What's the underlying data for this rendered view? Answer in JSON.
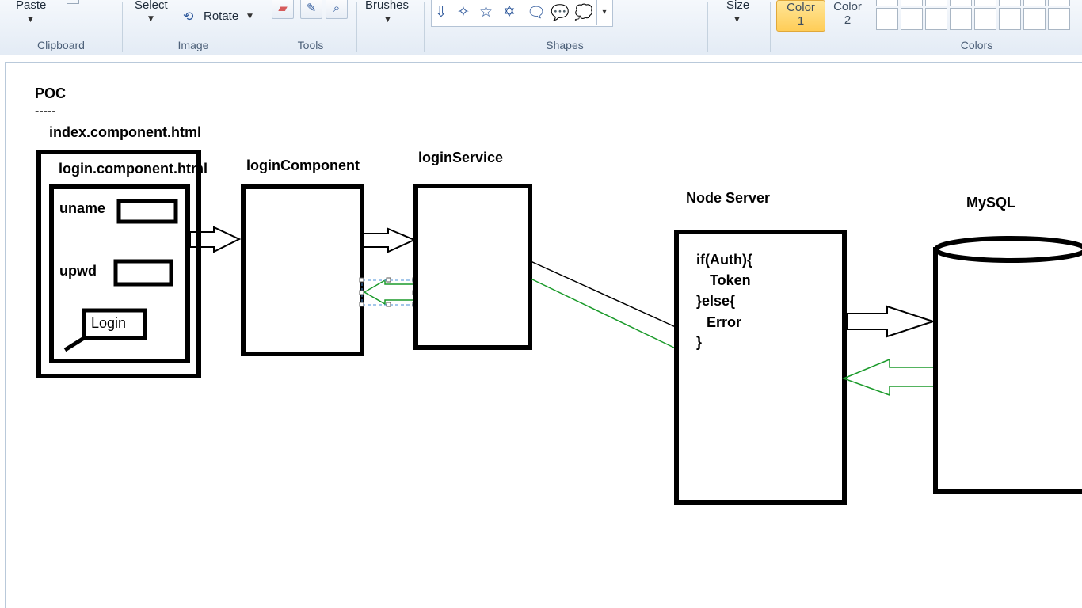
{
  "ribbon": {
    "clipboard": {
      "paste_label": "Paste",
      "group_label": "Clipboard"
    },
    "image": {
      "select_label": "Select",
      "rotate_label": "Rotate",
      "group_label": "Image"
    },
    "tools": {
      "group_label": "Tools",
      "items": [
        "eraser-icon",
        "color-picker-icon",
        "magnifier-icon"
      ]
    },
    "brushes": {
      "label": "Brushes"
    },
    "shapes": {
      "group_label": "Shapes",
      "items": [
        "down-arrow-shape",
        "four-point-star-shape",
        "five-point-star-shape",
        "six-point-star-shape",
        "rect-callout-shape",
        "oval-callout-shape",
        "cloud-callout-shape"
      ]
    },
    "size": {
      "label": "Size"
    },
    "colors": {
      "color1_label": "Color\n1",
      "color2_label": "Color\n2",
      "group_label": "Colors",
      "active_color": "#ffd966"
    }
  },
  "diagram": {
    "poc_title": "POC",
    "poc_underline": "-----",
    "index_label": "index.component.html",
    "login_html_label": "login.component.html",
    "uname_label": "uname",
    "upwd_label": "upwd",
    "login_button_label": "Login",
    "login_component_label": "loginComponent",
    "login_service_label": "loginService",
    "node_server_label": "Node Server",
    "node_code": {
      "line1": "if(Auth){",
      "line2": "Token",
      "line3": "}else{",
      "line4": "Error",
      "line5": "}"
    },
    "mysql_label": "MySQL",
    "colors": {
      "stroke": "#000000",
      "response_arrow": "#1a9a2a",
      "selection": "#4a8fd4"
    }
  }
}
